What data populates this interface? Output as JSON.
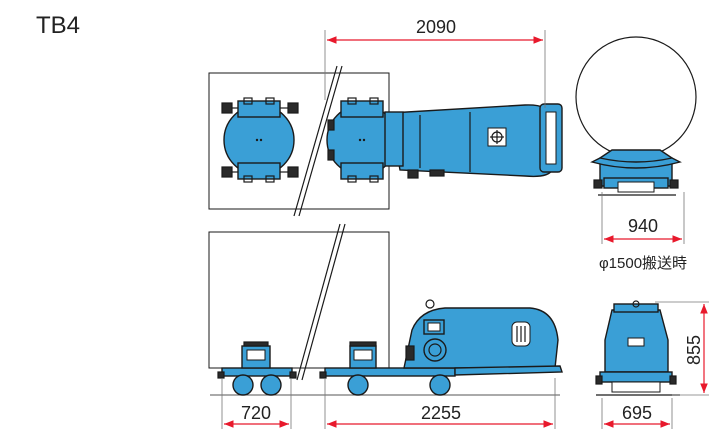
{
  "title": "TB4",
  "dimensions": {
    "top_width": "2090",
    "end_width": "940",
    "pipe_note": "φ1500搬送時",
    "side_height": "855",
    "front_cart": "720",
    "main_cart": "2255",
    "end_base": "695"
  },
  "colors": {
    "body": "#3a9fd6",
    "outline": "#1a1a1a",
    "dimension": "#e8192c",
    "dark": "#2a2a2a"
  }
}
